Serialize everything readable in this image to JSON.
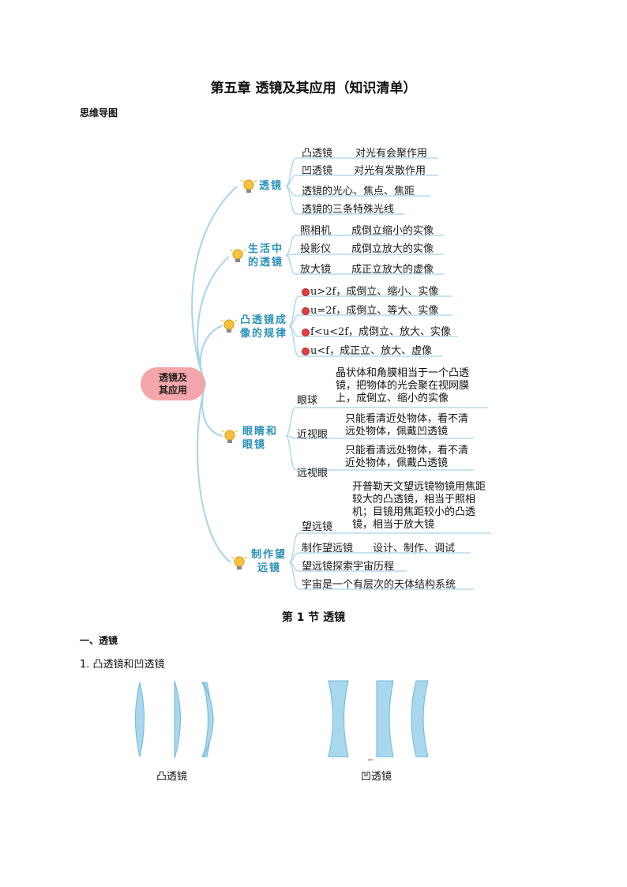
{
  "page": {
    "title": "第五章  透镜及其应用（知识清单）",
    "mindmap_heading": "思维导图",
    "section_title": "第 1 节  透镜",
    "subsection": "一、透镜",
    "item1": "1. 凸透镜和凹透镜",
    "caption_convex": "凸透镜",
    "caption_concave": "凹透镜"
  },
  "mindmap": {
    "center": [
      "透镜及",
      "其应用"
    ],
    "branches": {
      "lens": {
        "label": [
          "透镜"
        ],
        "items": [
          [
            "凸透镜",
            "对光有会聚作用"
          ],
          [
            "凹透镜",
            "对光有发散作用"
          ],
          [
            "透镜的光心、焦点、焦距"
          ],
          [
            "透镜的三条特殊光线"
          ]
        ]
      },
      "life": {
        "label": [
          "生活中",
          "的透镜"
        ],
        "items": [
          [
            "照相机",
            "成倒立缩小的实像"
          ],
          [
            "投影仪",
            "成倒立放大的实像"
          ],
          [
            "放大镜",
            "成正立放大的虚像"
          ]
        ]
      },
      "rules": {
        "label": [
          "凸透镜成",
          "像的规律"
        ],
        "items": [
          "u>2f，成倒立、缩小、实像",
          "u=2f，成倒立、等大、实像",
          "f<u<2f，成倒立、放大、实像",
          "u<f，成正立、放大、虚像"
        ]
      },
      "eye": {
        "label": [
          "眼睛和",
          "眼镜"
        ],
        "items": [
          [
            "眼球",
            "晶状体和角膜相当于一个凸透镜，把物体的光会聚在视网膜上，成倒立、缩小的实像"
          ],
          [
            "近视眼",
            "只能看清近处物体，看不清远处物体，佩戴凹透镜"
          ],
          [
            "远视眼",
            "只能看清远处物体，看不清近处物体，佩戴凸透镜"
          ]
        ]
      },
      "telescope": {
        "label": [
          "制作望",
          "远镜"
        ],
        "items": [
          [
            "望远镜",
            "开普勒天文望远镜物镜用焦距较大的凸透镜，相当于照相机；目镜用焦距较小的凸透镜，相当于放大镜"
          ],
          [
            "制作望远镜",
            "设计、制作、调试"
          ],
          [
            "望远镜探索宇宙历程"
          ],
          [
            "宇宙是一个有层次的天体结构系统"
          ]
        ]
      }
    }
  },
  "colors": {
    "lens_fill": "#a9d8ee",
    "lens_stroke": "#6bb8d8",
    "branch_text": "#2a8fb8",
    "center_fill": "#f4a6aa",
    "line": "#a8d4e8"
  }
}
